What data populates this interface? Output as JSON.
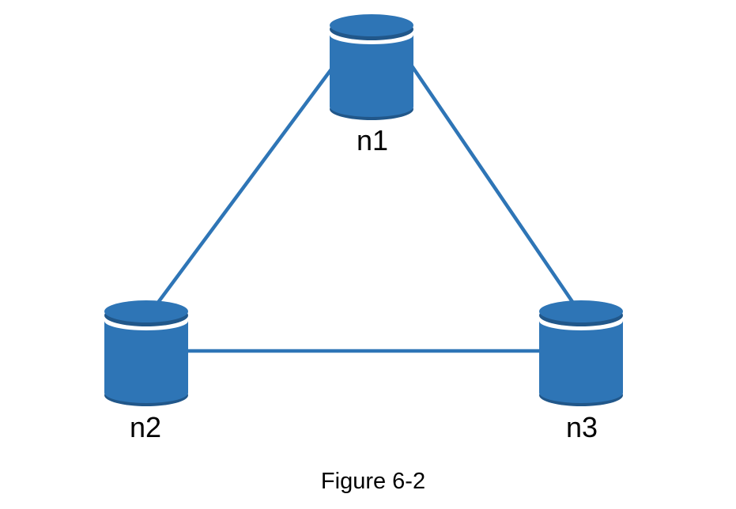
{
  "figure": {
    "caption": "Figure 6-2",
    "nodes": [
      {
        "id": "n1",
        "label": "n1",
        "position": "top-center"
      },
      {
        "id": "n2",
        "label": "n2",
        "position": "bottom-left"
      },
      {
        "id": "n3",
        "label": "n3",
        "position": "bottom-right"
      }
    ],
    "edges": [
      {
        "from": "n1",
        "to": "n2"
      },
      {
        "from": "n1",
        "to": "n3"
      },
      {
        "from": "n2",
        "to": "n3"
      }
    ],
    "icons": {
      "node": "database-cylinder-icon"
    },
    "colors": {
      "node_fill": "#2E75B6",
      "node_dark": "#21578A",
      "edge": "#2E75B6",
      "label": "#000000",
      "caption": "#000000",
      "background": "#FFFFFF"
    }
  }
}
